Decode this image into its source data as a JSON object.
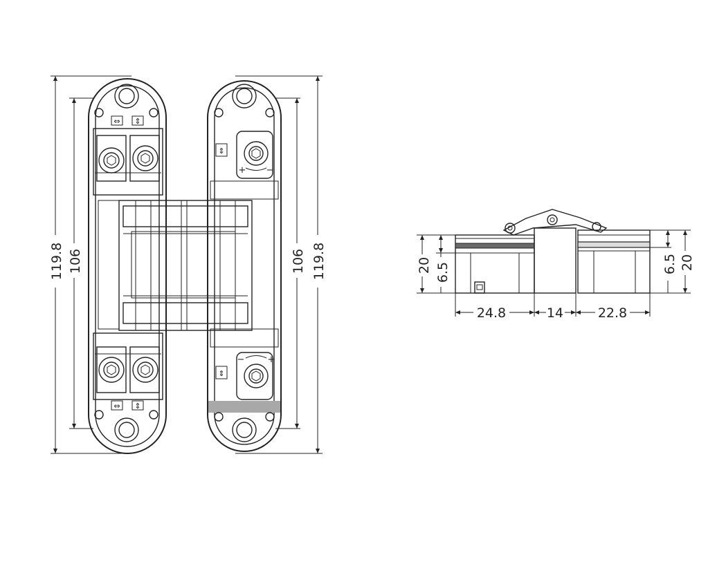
{
  "front_view": {
    "dims": {
      "left_outer": "119.8",
      "left_inner": "106",
      "right_inner": "106",
      "right_outer": "119.8"
    },
    "symbols": {
      "horizontal_adjust": "⇔",
      "vertical_adjust": "⇕",
      "depth_plus": "+",
      "depth_minus": "−"
    }
  },
  "side_view": {
    "dims": {
      "height_left": "20",
      "depth_left": "6.5",
      "height_right": "20",
      "depth_right": "6.5",
      "width_left": "24.8",
      "width_mid": "14",
      "width_right": "22.8"
    }
  }
}
